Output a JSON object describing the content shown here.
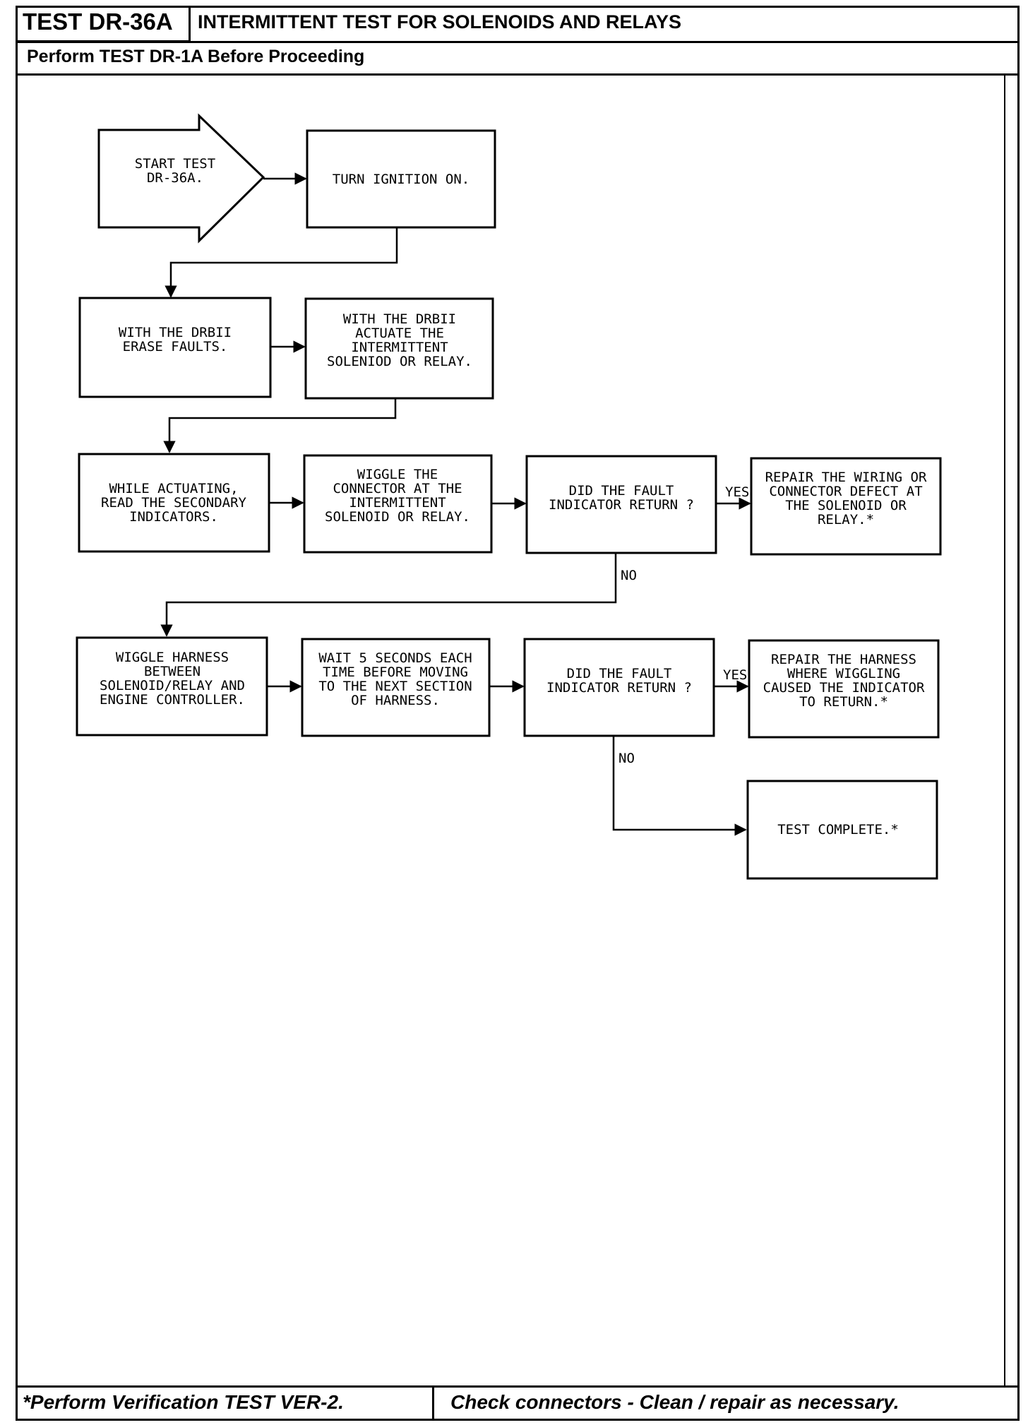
{
  "header": {
    "test_id": "TEST DR-36A",
    "title": "INTERMITTENT TEST FOR SOLENOIDS AND RELAYS",
    "prerequisite": "Perform TEST DR-1A Before Proceeding"
  },
  "flowchart": {
    "start": [
      "START TEST",
      "DR-36A."
    ],
    "step_ignition": [
      "TURN IGNITION ON."
    ],
    "step_erase": [
      "WITH THE DRBII",
      "ERASE FAULTS."
    ],
    "step_actuate": [
      "WITH THE DRBII",
      "ACTUATE THE",
      "INTERMITTENT",
      "SOLENIOD OR RELAY."
    ],
    "step_read": [
      "WHILE ACTUATING,",
      "READ THE SECONDARY",
      "INDICATORS."
    ],
    "step_wiggle_connector": [
      "WIGGLE THE",
      "CONNECTOR AT THE",
      "INTERMITTENT",
      "SOLENOID OR RELAY."
    ],
    "decision_1": [
      "DID THE FAULT",
      "INDICATOR RETURN ?"
    ],
    "result_repair_wiring": [
      "REPAIR THE WIRING OR",
      "CONNECTOR DEFECT AT",
      "THE SOLENOID OR",
      "RELAY.*"
    ],
    "step_wiggle_harness": [
      "WIGGLE HARNESS",
      "BETWEEN",
      "SOLENOID/RELAY AND",
      "ENGINE CONTROLLER."
    ],
    "step_wait": [
      "WAIT 5 SECONDS EACH",
      "TIME BEFORE MOVING",
      "TO THE NEXT SECTION",
      "OF HARNESS."
    ],
    "decision_2": [
      "DID THE FAULT",
      "INDICATOR RETURN ?"
    ],
    "result_repair_harness": [
      "REPAIR THE HARNESS",
      "WHERE WIGGLING",
      "CAUSED THE INDICATOR",
      "TO RETURN.*"
    ],
    "result_complete": [
      "TEST COMPLETE.*"
    ],
    "yes_label": "YES",
    "no_label": "NO"
  },
  "footer": {
    "left": "*Perform Verification TEST VER-2.",
    "right": "Check connectors - Clean / repair as necessary."
  }
}
